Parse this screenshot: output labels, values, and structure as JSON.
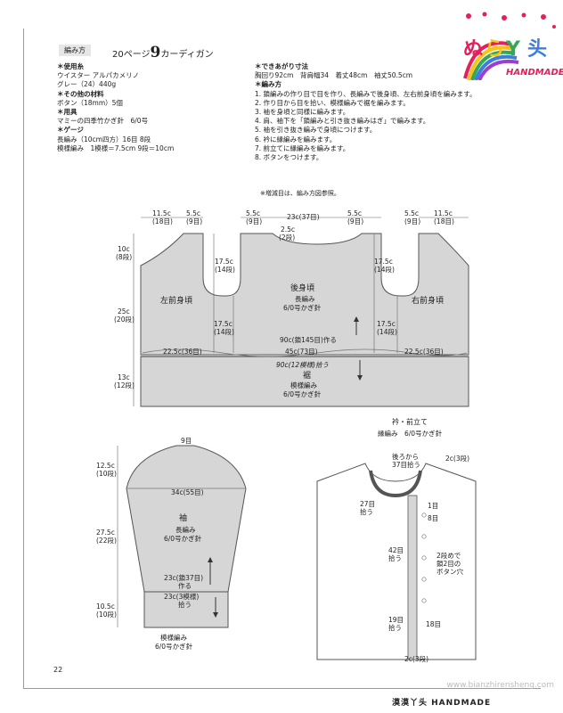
{
  "header": {
    "tag": "編み方",
    "title_prefix": "20ページ",
    "title_number": "9",
    "title_suffix": "カーディガン"
  },
  "materials": {
    "h_yarn": "＊使用糸",
    "yarn": "ウイスター アルパカメリノ",
    "yarn_color": "グレー（24）440g",
    "h_other": "＊その他の材料",
    "buttons": "ボタン（18mm）5個",
    "h_tools": "＊用具",
    "hook": "マミーの四季竹かぎ針　6/0号",
    "h_gauge": "＊ゲージ",
    "gauge1": "長編み（10cm四方）16目 8段",
    "gauge2": "模様編み　1模様＝7.5cm 9段＝10cm"
  },
  "finish": {
    "h_size": "＊できあがり寸法",
    "size": "胸回り92cm　背肩幅34　着丈48cm　袖丈50.5cm",
    "h_method": "＊編み方",
    "steps": [
      "1. 鎖編みの作り目で目を作り、長編みで後身頃、左右前身頃を編みます。",
      "2. 作り目から目を拾い、模様編みで裾を編みます。",
      "3. 袖を身頃と同様に編みます。",
      "4. 肩、袖下を「鎖編みと引き抜き編みはぎ」で編みます。",
      "5. 袖を引き抜き編みで身頃につけます。",
      "6. 衿に縁編みを編みます。",
      "7. 前立てに縁編みを編みます。",
      "8. ボタンをつけます。"
    ]
  },
  "note": "※増減目は、編み方図参照。",
  "body_diagram": {
    "m_11_5_L": "11.5c",
    "m_18_L": "(18目)",
    "m_5_5_L": "5.5c",
    "m_9_L": "(9目)",
    "m_5_5_ML": "5.5c",
    "m_9_ML": "(9目)",
    "m_23_top": "23c(37目)",
    "m_5_5_MR": "5.5c",
    "m_9_MR": "(9目)",
    "m_5_5_R": "5.5c",
    "m_9_R": "(9目)",
    "m_11_5_R": "11.5c",
    "m_18_R": "(18目)",
    "m_2_5": "2.5c",
    "m_2dan": "(2段)",
    "m_10c": "10c",
    "m_8dan": "(8段)",
    "m_25c": "25c",
    "m_20dan": "(20段)",
    "m_13c": "13c",
    "m_12dan": "(12段)",
    "m_17_5_a": "17.5c",
    "m_14_a": "(14段)",
    "m_17_5_b": "17.5c",
    "m_14_b": "(14段)",
    "m_17_5_c": "17.5c",
    "m_14_c": "(14段)",
    "m_17_5_d": "17.5c",
    "m_14_d": "(14段)",
    "left_front": "左前身頃",
    "back": "後身頃",
    "back_stitch": "長編み",
    "back_hook": "6/0号かぎ針",
    "right_front": "右前身頃",
    "m_90": "90c(鎖145目)作る",
    "m_22_5_L": "22.5c(36目)",
    "m_45": "45c(73目)",
    "m_22_5_R": "22.5c(36目)",
    "m_90_12": "90c(12模様)拾う",
    "hem": "裾",
    "hem_stitch": "模様編み",
    "hem_hook": "6/0号かぎ針"
  },
  "sleeve_diagram": {
    "m_9": "9目",
    "m_12_5": "12.5c",
    "m_10dan_top": "(10段)",
    "m_34": "34c(55目)",
    "m_27_5": "27.5c",
    "m_22dan": "(22段)",
    "m_10_5": "10.5c",
    "m_10dan_bot": "(10段)",
    "name": "袖",
    "stitch": "長編み",
    "hook": "6/0号かぎ針",
    "m_23_a": "23c(鎖37目)",
    "m_make": "作る",
    "m_23_b": "23c(3模様)",
    "m_pick": "拾う",
    "cuff_stitch": "模様編み",
    "cuff_hook": "6/0号かぎ針"
  },
  "collar_diagram": {
    "title": "衿・前立て",
    "stitch": "縁編み　6/0号かぎ針",
    "back_from": "後ろから",
    "m_37": "37目拾う",
    "m_2c3": "2c(3段)",
    "m_27": "27目",
    "m_27_pick": "拾う",
    "m_1": "1目",
    "m_8": "8目",
    "m_42": "42目",
    "m_42_pick": "拾う",
    "btn1": "2段めで",
    "btn2": "鎖2目の",
    "btn3": "ボタン穴",
    "m_19": "19目",
    "m_19_pick": "拾う",
    "m_18": "18目",
    "m_bottom": "2c(3段)"
  },
  "footer": {
    "page": "22",
    "watermark": "www.bianzhirensheng.com",
    "credit": "漠漠丫头  HANDMADE"
  },
  "logo": {
    "text": "HANDMADE",
    "colors": [
      "#e4205a",
      "#f8c21c",
      "#34a853",
      "#3b7de0",
      "#9c3fd1"
    ]
  }
}
